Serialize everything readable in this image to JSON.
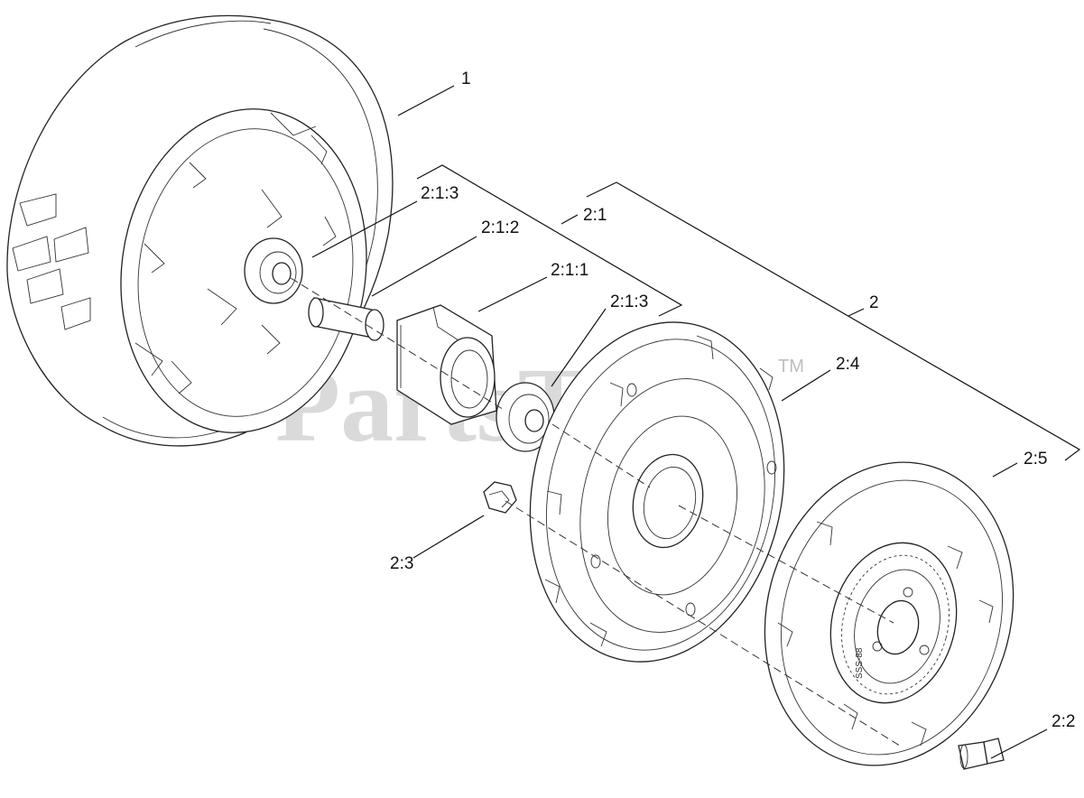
{
  "watermark": {
    "text": "PartsTree",
    "trademark": "TM"
  },
  "callouts": {
    "tire_wheel": "1",
    "hub_assembly": "2",
    "hub_subassembly": "2:1",
    "bushing": "2:1:1",
    "spacer": "2:1:2",
    "bearing_inner": "2:1:3",
    "bearing_outer": "2:1:3",
    "bolt": "2:2",
    "nut": "2:3",
    "hub_inner_half": "2:4",
    "hub_outer_half": "2:5"
  },
  "part_stamp": "SSS-88"
}
